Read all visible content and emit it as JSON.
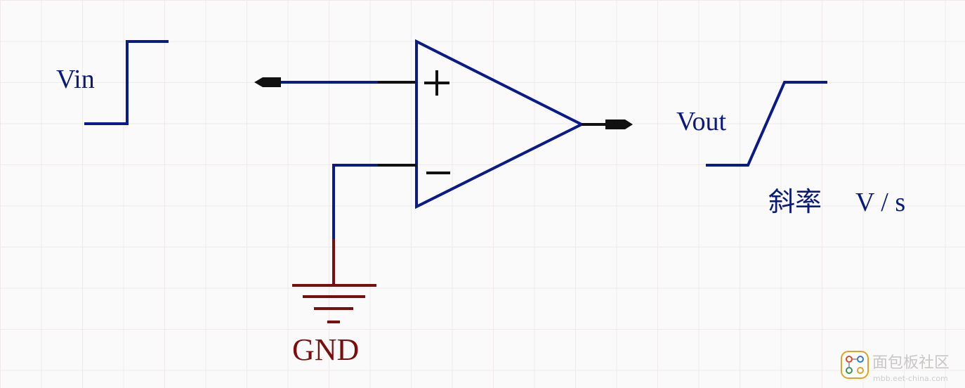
{
  "labels": {
    "vin": "Vin",
    "vout": "Vout",
    "slew_rate": "斜率",
    "slew_unit": "V / s",
    "gnd": "GND",
    "plus_sign": "+",
    "minus_sign": "−"
  },
  "watermark": {
    "title": "面包板社区",
    "url": "mbb.eet-china.com"
  },
  "colors": {
    "wire_blue": "#0a1a8a",
    "pin_black": "#111111",
    "ground_red": "#7a0d0d",
    "grid": "#efe9e9",
    "background": "#fbfafa"
  },
  "icons": {
    "logo": "circuit-board-logo-icon"
  }
}
